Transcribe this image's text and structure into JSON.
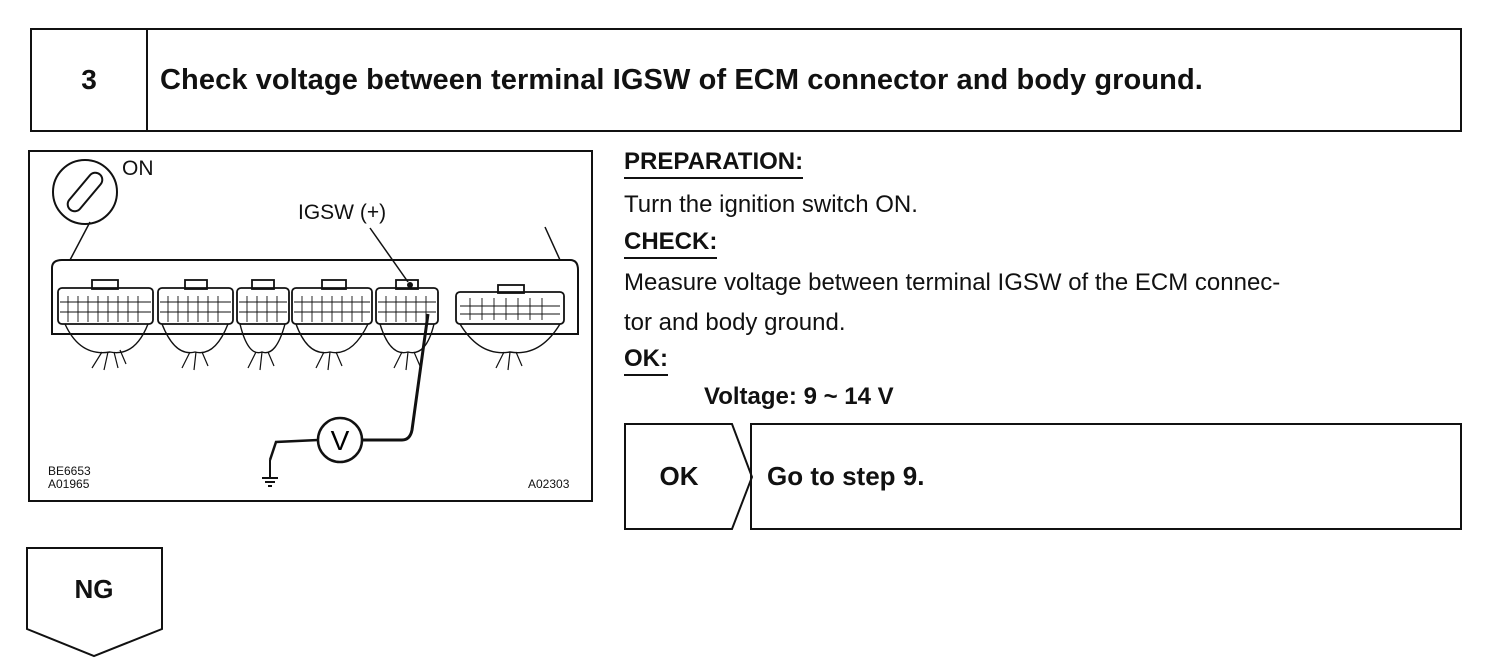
{
  "step": {
    "number": "3",
    "title": "Check voltage between terminal IGSW of ECM connector and body ground."
  },
  "figure": {
    "switch_state": "ON",
    "terminal_label": "IGSW (+)",
    "meter_symbol": "V",
    "code_left_1": "BE6653",
    "code_left_2": "A01965",
    "code_right": "A02303",
    "icons": [
      "ignition-key-icon",
      "ecm-connector-icon",
      "voltmeter-icon",
      "ground-icon"
    ]
  },
  "procedure": {
    "preparation_heading": "PREPARATION:",
    "preparation_text": "Turn the ignition switch ON.",
    "check_heading": "CHECK:",
    "check_text_line1": "Measure voltage between terminal IGSW of the ECM connec-",
    "check_text_line2": "tor and body ground.",
    "ok_heading": "OK:",
    "ok_spec": "Voltage: 9 ~ 14 V"
  },
  "branches": {
    "ok_label": "OK",
    "ok_action": "Go to step 9.",
    "ng_label": "NG"
  }
}
